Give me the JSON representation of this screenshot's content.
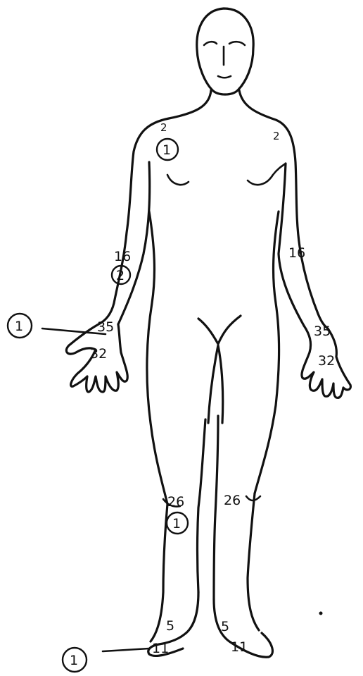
{
  "labels": {
    "shoulder_right": "2",
    "shoulder_left": "2",
    "shoulder_right_circled": "1",
    "forearm_right": "16",
    "forearm_left": "16",
    "forearm_right_circled": "2",
    "wrist_right": "35",
    "wrist_left": "35",
    "hand_right": "32",
    "hand_left": "32",
    "hand_callout_circled": "1",
    "knee_right": "26",
    "knee_left": "26",
    "knee_right_circled": "1",
    "ankle_right": "5",
    "ankle_left": "5",
    "foot_right": "11",
    "foot_left": "11",
    "foot_callout_circled": "1"
  }
}
